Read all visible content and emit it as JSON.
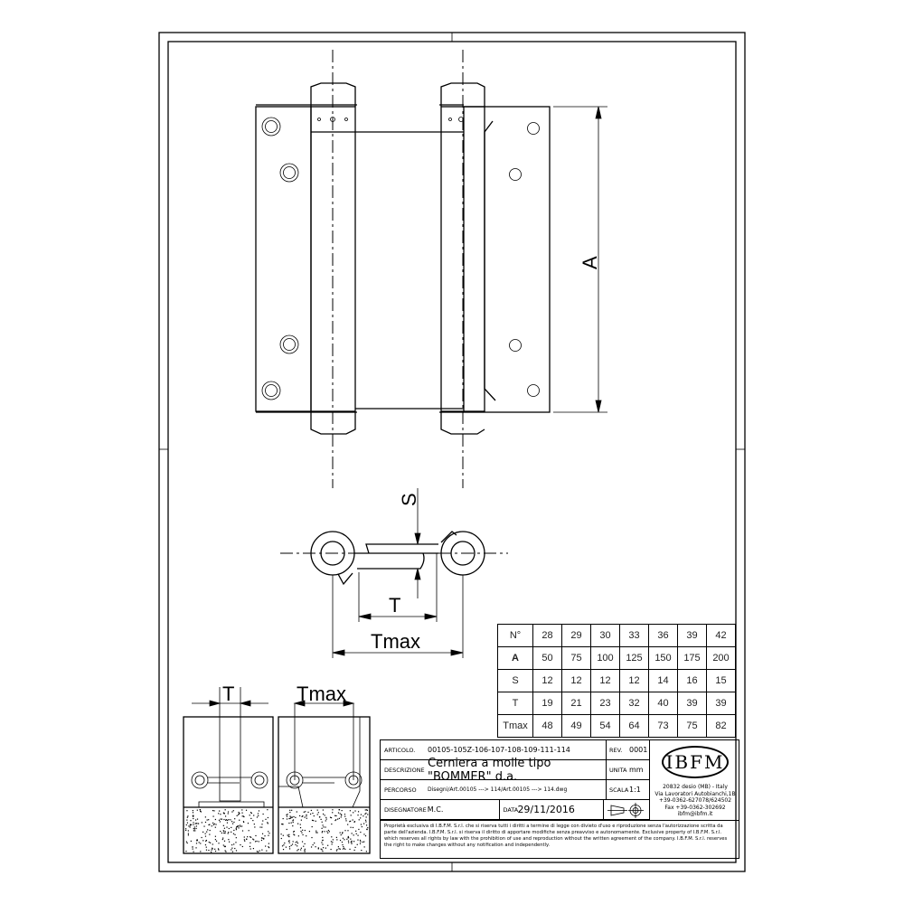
{
  "dimensions": {
    "A": "A",
    "S": "S",
    "T": "T",
    "Tmax": "Tmax",
    "detail_T": "T",
    "detail_Tmax": "Tmax"
  },
  "table": {
    "rows": [
      {
        "label": "N°",
        "values": [
          "28",
          "29",
          "30",
          "33",
          "36",
          "39",
          "42"
        ]
      },
      {
        "label": "A",
        "values": [
          "50",
          "75",
          "100",
          "125",
          "150",
          "175",
          "200"
        ]
      },
      {
        "label": "S",
        "values": [
          "12",
          "12",
          "12",
          "12",
          "14",
          "16",
          "15"
        ]
      },
      {
        "label": "T",
        "values": [
          "19",
          "21",
          "23",
          "32",
          "40",
          "39",
          "39"
        ]
      },
      {
        "label": "Tmax",
        "values": [
          "48",
          "49",
          "54",
          "64",
          "73",
          "75",
          "82"
        ]
      }
    ]
  },
  "title_block": {
    "articolo_label": "ARTICOLO.",
    "articolo": "00105-105Z-106-107-108-109-111-114",
    "rev_label": "REV.",
    "rev": "0001",
    "descrizione_label": "DESCRIZIONE",
    "descrizione": "Cerniera a molle tipo \"BOMMER\" d.a.",
    "unita_label": "UNITA",
    "unita": "mm",
    "percorso_label": "PERCORSO",
    "percorso": "Disegni/Art.00105 ---> 114/Art.00105 ---> 114.dwg",
    "scala_label": "SCALA",
    "scala": "1:1",
    "disegnatore_label": "DISEGNATORE",
    "disegnatore": "M.C.",
    "data_label": "DATA",
    "data": "29/11/2016",
    "logo": "IBFM",
    "address": [
      "20832 desio (MB) - Italy",
      "Via Lavoratori Autobianchi,1B",
      "+39-0362-627078/624502",
      "Fax +39-0362-302692",
      "ibfm@ibfm.it"
    ],
    "disclaimer": "Proprietà esclusiva di I.B.F.M. S.r.l. che si riserva tutti i diritti a termine di legge con divieto d'uso e riproduzione senza l'autorizzazione scritta da parte dell'azienda. I.B.F.M. S.r.l. si riserva il diritto di apportare modifiche senza preavviso e autonomamente. Exclusive property of I.B.F.M. S.r.l. which reserves all rights by law with the prohibition of use and reproduction without the written agreement of the company. I.B.F.M. S.r.l. reserves the right to make changes without any notification and independently."
  }
}
